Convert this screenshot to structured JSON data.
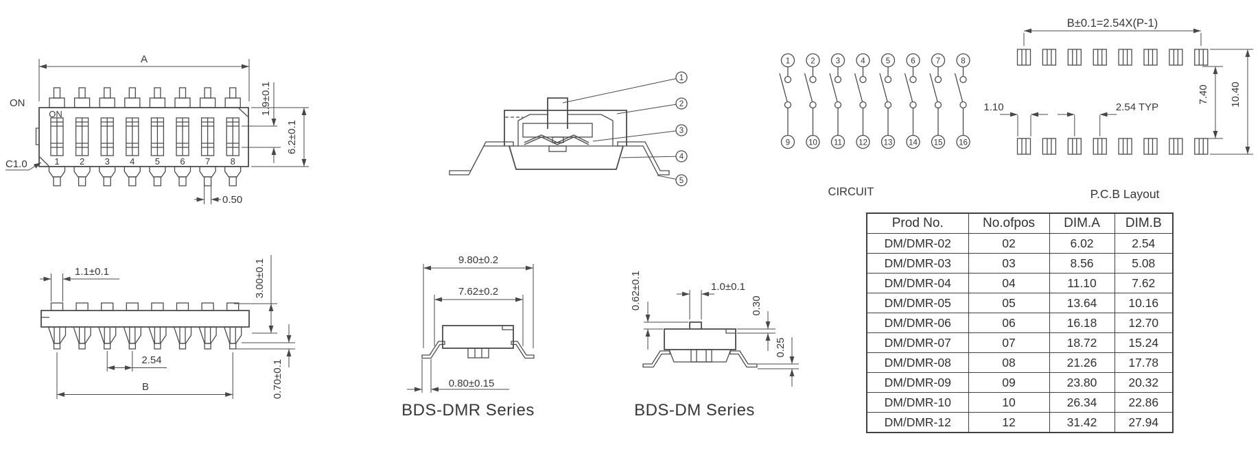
{
  "top_view": {
    "dim_width": "A",
    "on_outer": "ON",
    "on_inner": "ON",
    "chamfer_note": "C1.0",
    "dim_actuator_height": "1.9±0.1",
    "dim_body_height": "6.2±0.1",
    "dim_pin_width": "0.50",
    "positions": [
      "1",
      "2",
      "3",
      "4",
      "5",
      "6",
      "7",
      "8"
    ]
  },
  "side_view": {
    "dim_tab_width": "1.1±0.1",
    "dim_height": "3.00±0.1",
    "dim_pitch": "2.54",
    "dim_span": "B",
    "dim_pin_protrusion": "0.70±0.1"
  },
  "section_view": {
    "callouts": [
      "1",
      "2",
      "3",
      "4",
      "5"
    ]
  },
  "dmr_view": {
    "dim_overall_width": "9.80±0.2",
    "dim_lead_span": "7.62±0.2",
    "dim_foot_length": "0.80±0.15",
    "label": "BDS-DMR Series"
  },
  "dm_view": {
    "dim_step_height": "0.62±0.1",
    "dim_stem_width": "1.0±0.1",
    "dim_notch": "0.30",
    "dim_foot_thickness": "0.25",
    "label": "BDS-DM Series"
  },
  "circuit": {
    "label": "CIRCUIT",
    "top_pins": [
      "1",
      "2",
      "3",
      "4",
      "5",
      "6",
      "7",
      "8"
    ],
    "bottom_pins": [
      "9",
      "10",
      "11",
      "12",
      "13",
      "14",
      "15",
      "16"
    ]
  },
  "pcb": {
    "label": "P.C.B Layout",
    "dim_span_formula": "B±0.1=2.54X(P-1)",
    "dim_pad_width": "1.10",
    "dim_pitch": "2.54 TYP",
    "dim_inner_gap": "7.40",
    "dim_outer_gap": "10.40"
  },
  "spec_table": {
    "headers": [
      "Prod No.",
      "No.ofpos",
      "DIM.A",
      "DIM.B"
    ],
    "rows": [
      {
        "prod": "DM/DMR-02",
        "pos": "02",
        "a": "6.02",
        "b": "2.54"
      },
      {
        "prod": "DM/DMR-03",
        "pos": "03",
        "a": "8.56",
        "b": "5.08"
      },
      {
        "prod": "DM/DMR-04",
        "pos": "04",
        "a": "11.10",
        "b": "7.62"
      },
      {
        "prod": "DM/DMR-05",
        "pos": "05",
        "a": "13.64",
        "b": "10.16"
      },
      {
        "prod": "DM/DMR-06",
        "pos": "06",
        "a": "16.18",
        "b": "12.70"
      },
      {
        "prod": "DM/DMR-07",
        "pos": "07",
        "a": "18.72",
        "b": "15.24"
      },
      {
        "prod": "DM/DMR-08",
        "pos": "08",
        "a": "21.26",
        "b": "17.78"
      },
      {
        "prod": "DM/DMR-09",
        "pos": "09",
        "a": "23.80",
        "b": "20.32"
      },
      {
        "prod": "DM/DMR-10",
        "pos": "10",
        "a": "26.34",
        "b": "22.86"
      },
      {
        "prod": "DM/DMR-12",
        "pos": "12",
        "a": "31.42",
        "b": "27.94"
      }
    ]
  },
  "colors": {
    "line": "#4a4a4a",
    "text": "#373737",
    "background": "#ffffff"
  }
}
